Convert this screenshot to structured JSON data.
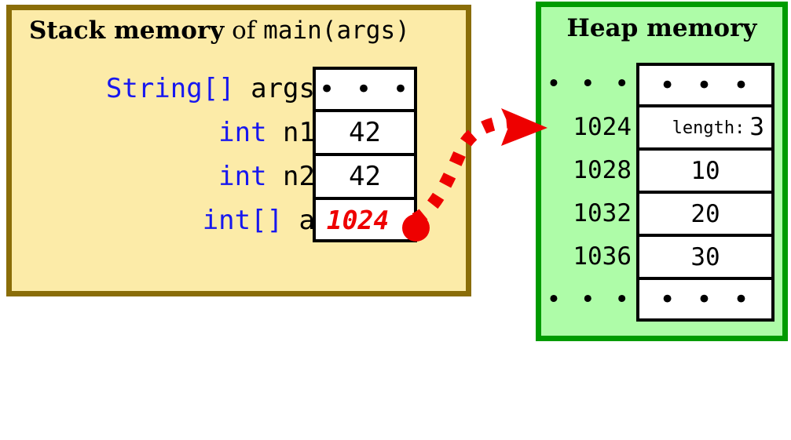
{
  "stack": {
    "title": {
      "bold_part": "Stack memory",
      "middle_part": " of ",
      "mono_part": "main(args)"
    },
    "rows": [
      {
        "type": "String[]",
        "var": " args",
        "value": "• • •",
        "is_pointer": false,
        "is_dots": true
      },
      {
        "type": "int",
        "var": " n1",
        "value": "42",
        "is_pointer": false,
        "is_dots": false
      },
      {
        "type": "int",
        "var": " n2",
        "value": "42",
        "is_pointer": false,
        "is_dots": false
      },
      {
        "type": "int[]",
        "var": " a",
        "value": "1024",
        "is_pointer": true,
        "is_dots": false
      }
    ]
  },
  "heap": {
    "title": "Heap memory",
    "rows": [
      {
        "address": "• • •",
        "value": "• • •",
        "kind": "dots"
      },
      {
        "address": "1024",
        "value_label": "length:",
        "value_number": "3",
        "kind": "length"
      },
      {
        "address": "1028",
        "value": "10",
        "kind": "plain"
      },
      {
        "address": "1032",
        "value": "20",
        "kind": "plain"
      },
      {
        "address": "1036",
        "value": "30",
        "kind": "plain"
      },
      {
        "address": "• • •",
        "value": "• • •",
        "kind": "dots"
      }
    ]
  },
  "colors": {
    "stack_fill": "#fceba8",
    "stack_border": "#8a6d08",
    "heap_fill": "#aefca8",
    "heap_border": "#009b00",
    "type_keyword": "#1717ef",
    "pointer_red": "#ee0000",
    "cell_fill": "#ffffff",
    "text": "#000000"
  },
  "connector": {
    "name": "reference-arrow",
    "from_label": "1024",
    "to_label": "1024",
    "style": "dashed-curved-arrow"
  }
}
